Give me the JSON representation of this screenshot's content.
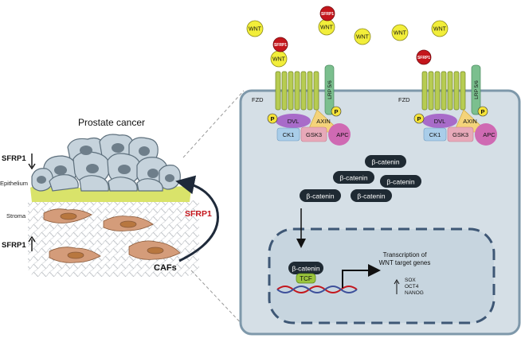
{
  "left_panel": {
    "title": "Prostate cancer",
    "sfrp1_top": "SFRP1",
    "sfrp1_bottom": "SFRP1",
    "label_epithelium": "Epithelium",
    "label_stroma": "Stroma",
    "label_cafs": "CAFs",
    "arrow_label": "SFRP1"
  },
  "top_ligands": {
    "wnt": "WNT",
    "sfrp1": "SFRP1"
  },
  "receptor_complex": {
    "fzd": "FZD",
    "lrp": "LRP 5/6",
    "phospho": "P",
    "dvl": "DVL",
    "axin": "AXIN",
    "ck1": "CK1",
    "gsk3": "GSK3",
    "apc": "APC"
  },
  "cytoplasm": {
    "beta_catenin": "β-catenin"
  },
  "nucleus": {
    "beta_catenin": "β-catenin",
    "tcf": "TCF",
    "transcription_line1": "Transcription of",
    "transcription_line2": "WNT target genes",
    "genes": [
      "SOX",
      "OCT4",
      "NANOG"
    ]
  },
  "colors": {
    "wnt_yellow": "#f2ee3a",
    "sfrp1_red": "#c4161c",
    "fzd_green": "#b7cc52",
    "lrp_green": "#7bbf8e",
    "dvl_purple": "#a86bc9",
    "axin_yellow": "#f4d37a",
    "ck1_blue": "#a9cde9",
    "gsk3_pink": "#e7a9b9",
    "apc_magenta": "#cf6ab3",
    "cell_bg": "#d5dfe6",
    "cell_border": "#7e98aa",
    "catenin_dark": "#1f2a33",
    "tcf_green": "#9bc53d"
  }
}
